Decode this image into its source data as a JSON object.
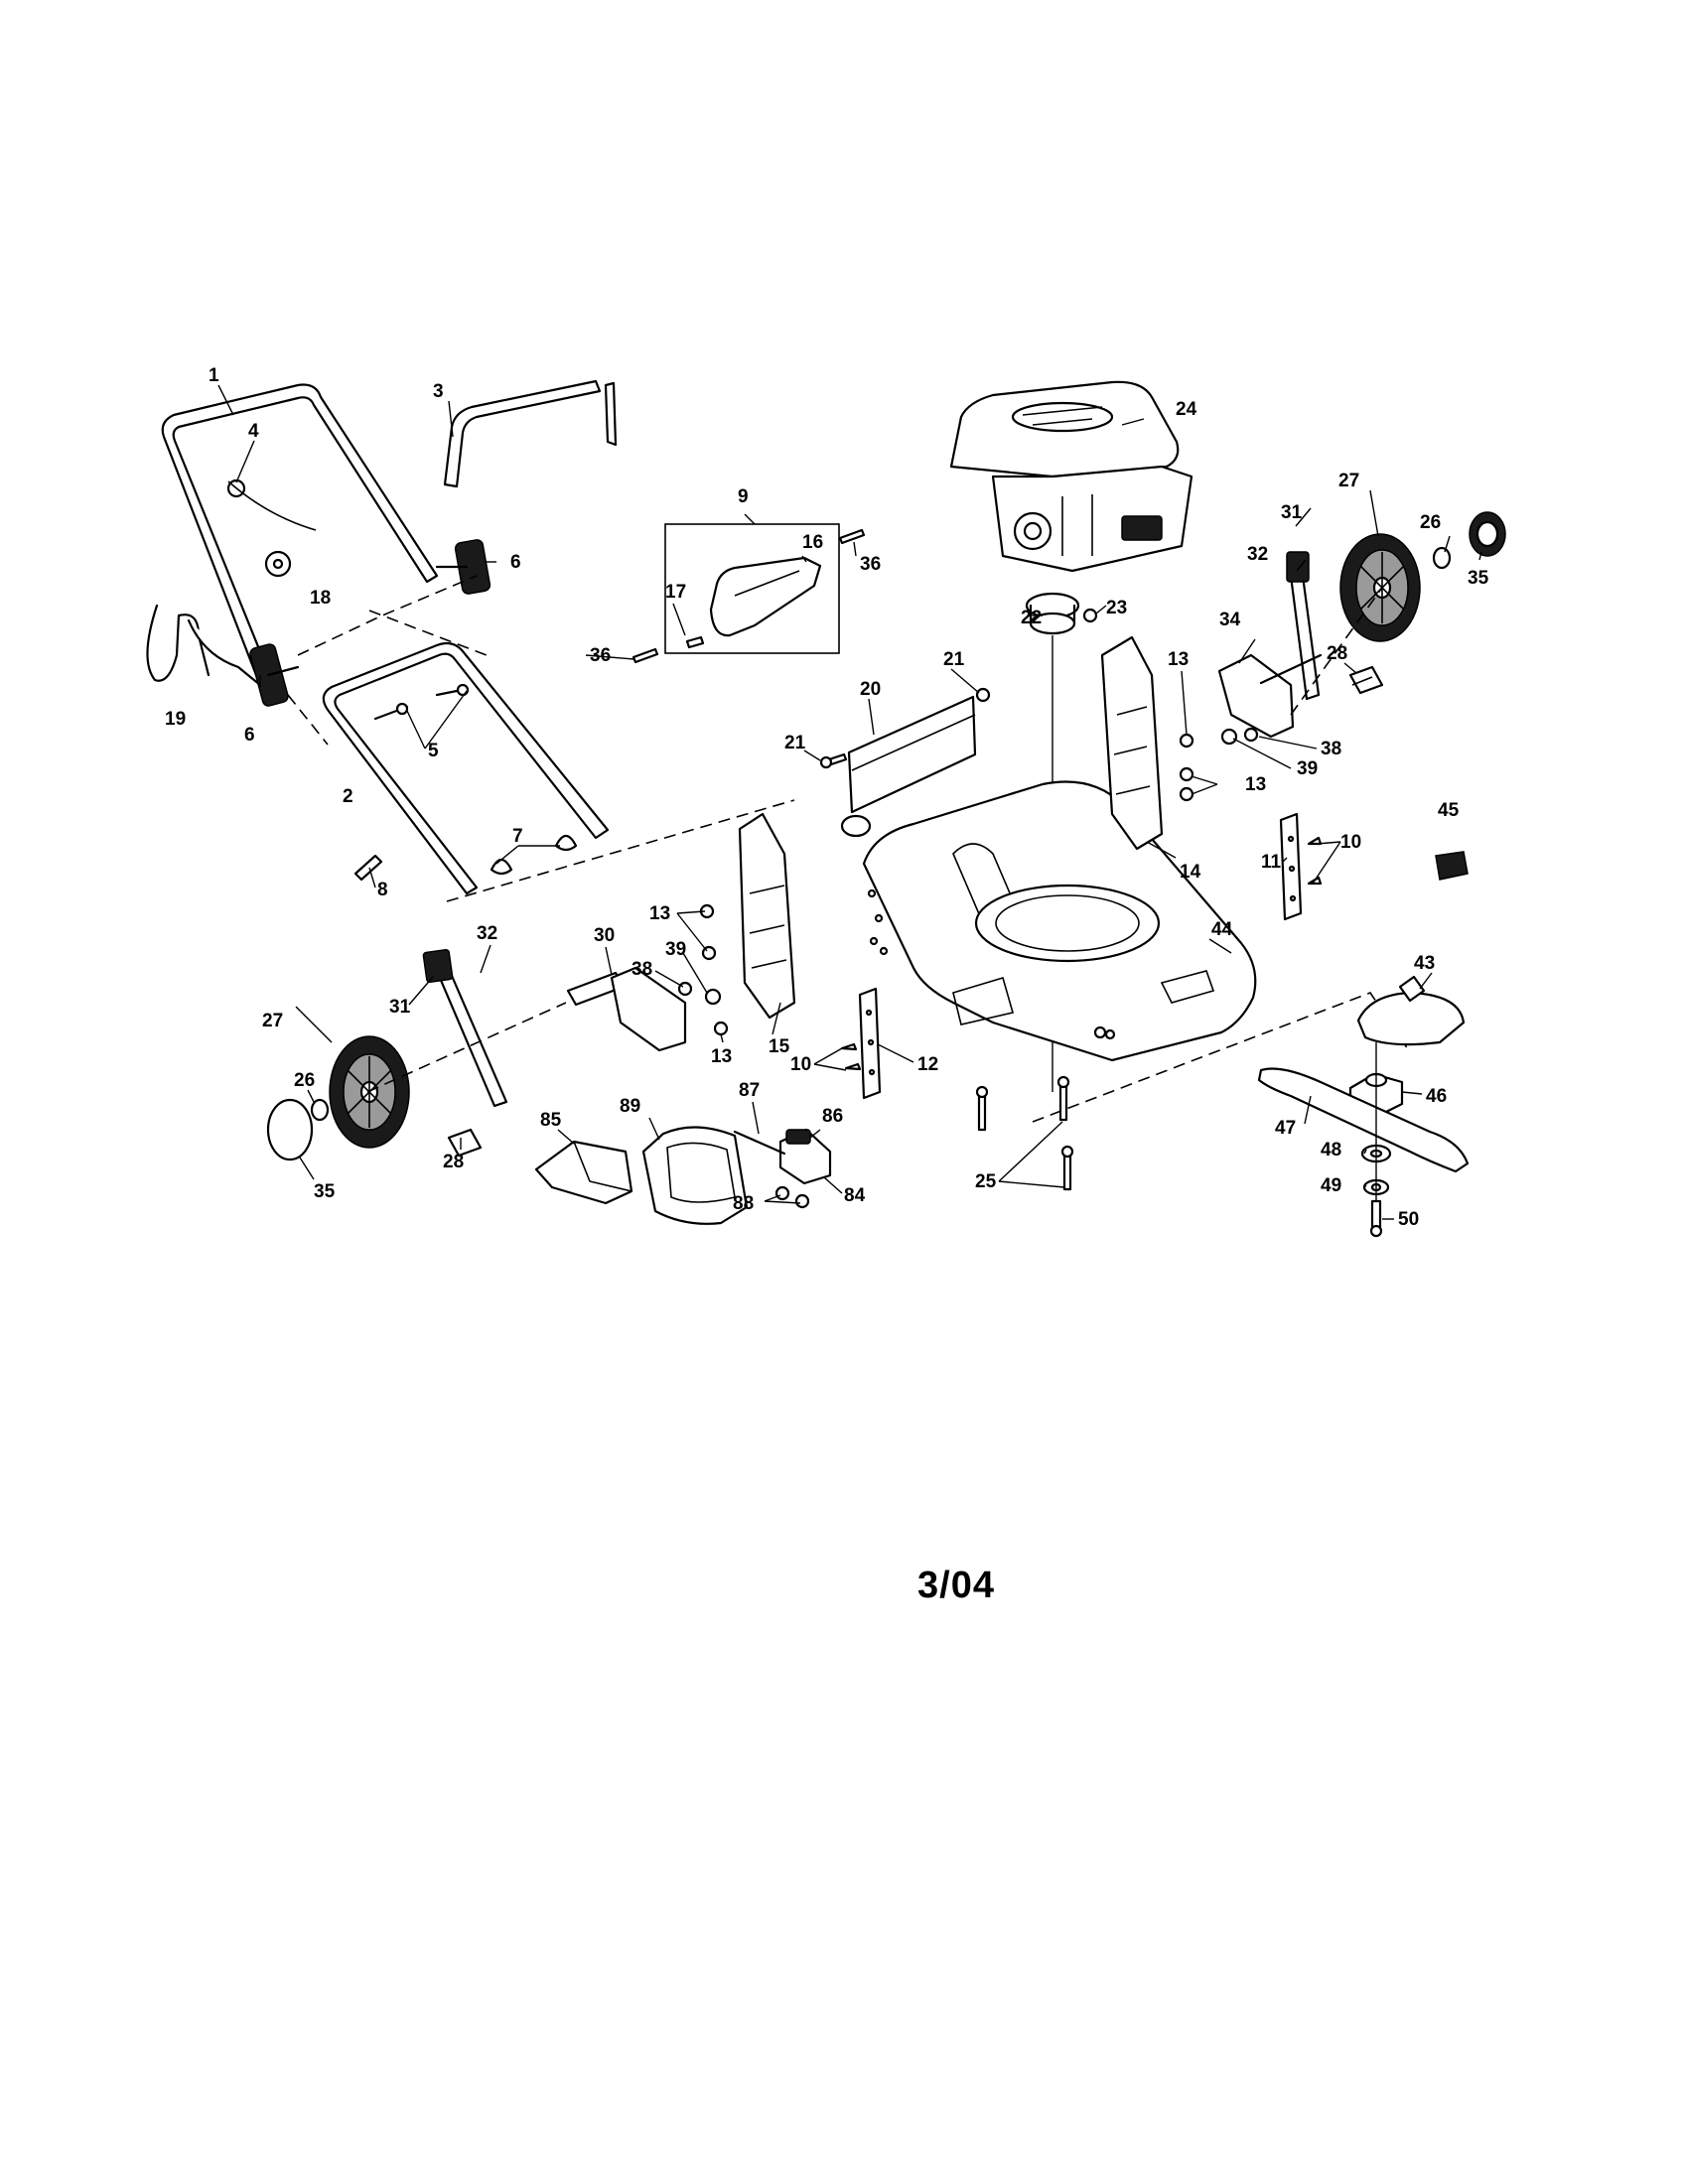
{
  "footer": {
    "date_code": "3/04"
  },
  "labels": {
    "l1": "1",
    "l2": "2",
    "l3": "3",
    "l4": "4",
    "l5": "5",
    "l6a": "6",
    "l6b": "6",
    "l7": "7",
    "l8": "8",
    "l9": "9",
    "l10a": "10",
    "l10b": "10",
    "l11": "11",
    "l12": "12",
    "l13a": "13",
    "l13b": "13",
    "l13c": "13",
    "l13d": "13",
    "l14": "14",
    "l15": "15",
    "l16": "16",
    "l17": "17",
    "l18": "18",
    "l19": "19",
    "l20": "20",
    "l21a": "21",
    "l21b": "21",
    "l22": "22",
    "l23": "23",
    "l24": "24",
    "l25": "25",
    "l26a": "26",
    "l26b": "26",
    "l27a": "27",
    "l27b": "27",
    "l28a": "28",
    "l28b": "28",
    "l30": "30",
    "l31a": "31",
    "l31b": "31",
    "l32a": "32",
    "l32b": "32",
    "l34": "34",
    "l35a": "35",
    "l35b": "35",
    "l36a": "36",
    "l36b": "36",
    "l38a": "38",
    "l38b": "38",
    "l39a": "39",
    "l39b": "39",
    "l43": "43",
    "l44": "44",
    "l45": "45",
    "l46": "46",
    "l47": "47",
    "l48": "48",
    "l49": "49",
    "l50": "50",
    "l84": "84",
    "l85": "85",
    "l86": "86",
    "l87": "87",
    "l88": "88",
    "l89": "89"
  }
}
